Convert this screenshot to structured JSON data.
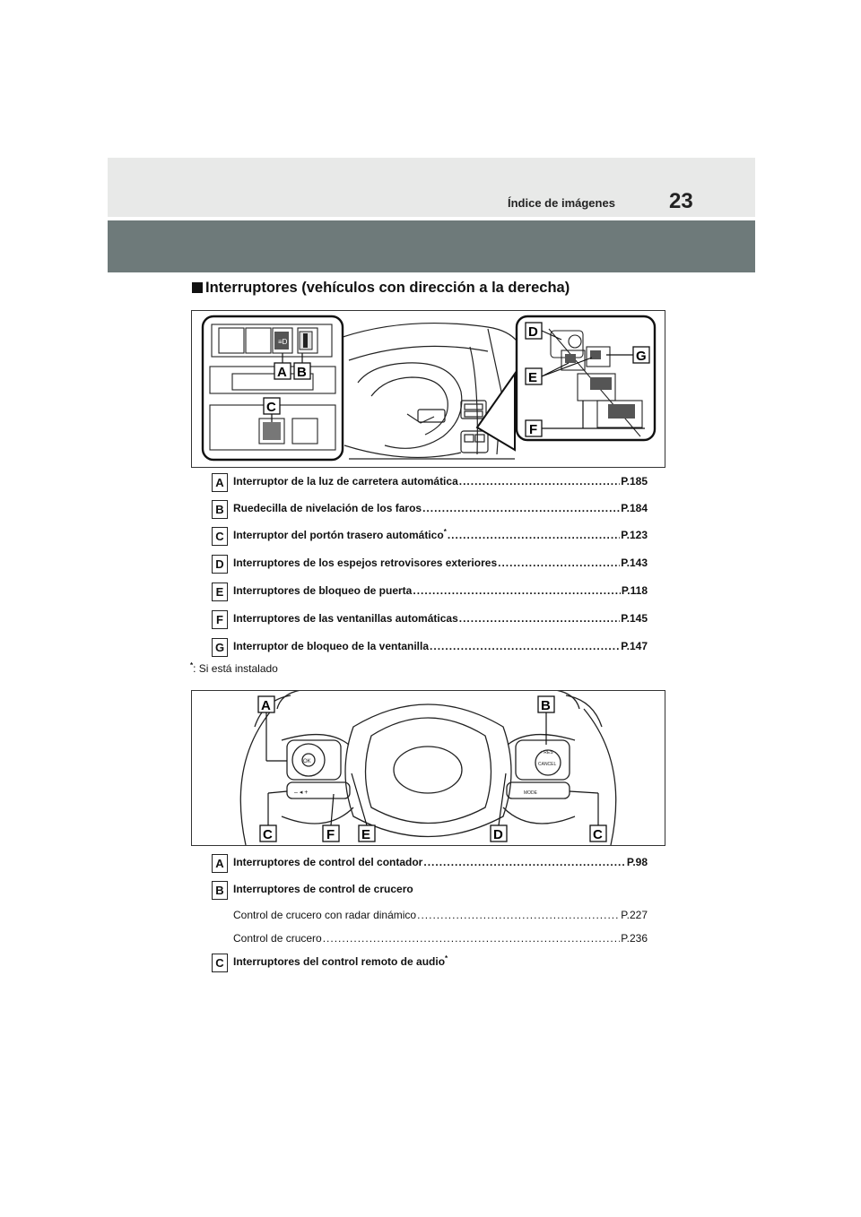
{
  "header": {
    "section_title": "Índice de imágenes",
    "page_number": "23"
  },
  "section": {
    "title": "Interruptores (vehículos con dirección a la derecha)"
  },
  "figure1": {
    "callouts": [
      "A",
      "B",
      "C",
      "D",
      "E",
      "F",
      "G"
    ]
  },
  "list1": [
    {
      "letter": "A",
      "label": "Interruptor de la luz de carretera automática",
      "asterisk": "",
      "page": "P.185"
    },
    {
      "letter": "B",
      "label": "Ruedecilla de nivelación de los faros",
      "asterisk": "",
      "page": "P.184"
    },
    {
      "letter": "C",
      "label": "Interruptor del portón trasero automático",
      "asterisk": "*",
      "page": "P.123"
    },
    {
      "letter": "D",
      "label": "Interruptores de los espejos retrovisores exteriores",
      "asterisk": "",
      "page": "P.143"
    },
    {
      "letter": "E",
      "label": "Interruptores de bloqueo de puerta",
      "asterisk": "",
      "page": "P.118"
    },
    {
      "letter": "F",
      "label": "Interruptores de las ventanillas automáticas",
      "asterisk": "",
      "page": "P.145"
    },
    {
      "letter": "G",
      "label": "Interruptor de bloqueo de la ventanilla",
      "asterisk": "",
      "page": "P.147"
    }
  ],
  "footnote": {
    "marker": "*",
    "text": ":  Si está instalado"
  },
  "figure2": {
    "callouts": [
      "A",
      "B",
      "C",
      "F",
      "E",
      "D",
      "C"
    ],
    "button_labels": {
      "ok": "OK",
      "res": "+ RES",
      "cancel": "CANCEL",
      "mode": "MODE",
      "minus_plus": "–  ◂  +"
    }
  },
  "list2": [
    {
      "letter": "A",
      "label": "Interruptores de control del contador",
      "asterisk": "",
      "page": "P.98"
    },
    {
      "letter": "B",
      "label": "Interruptores de control de crucero",
      "asterisk": "",
      "page": ""
    },
    {
      "letter": "",
      "label": "Control de crucero con radar dinámico",
      "asterisk": "",
      "page": "P.227"
    },
    {
      "letter": "",
      "label": "Control de crucero",
      "asterisk": "",
      "page": "P.236"
    },
    {
      "letter": "C",
      "label": "Interruptores del control remoto de audio",
      "asterisk": "*",
      "page": ""
    }
  ]
}
